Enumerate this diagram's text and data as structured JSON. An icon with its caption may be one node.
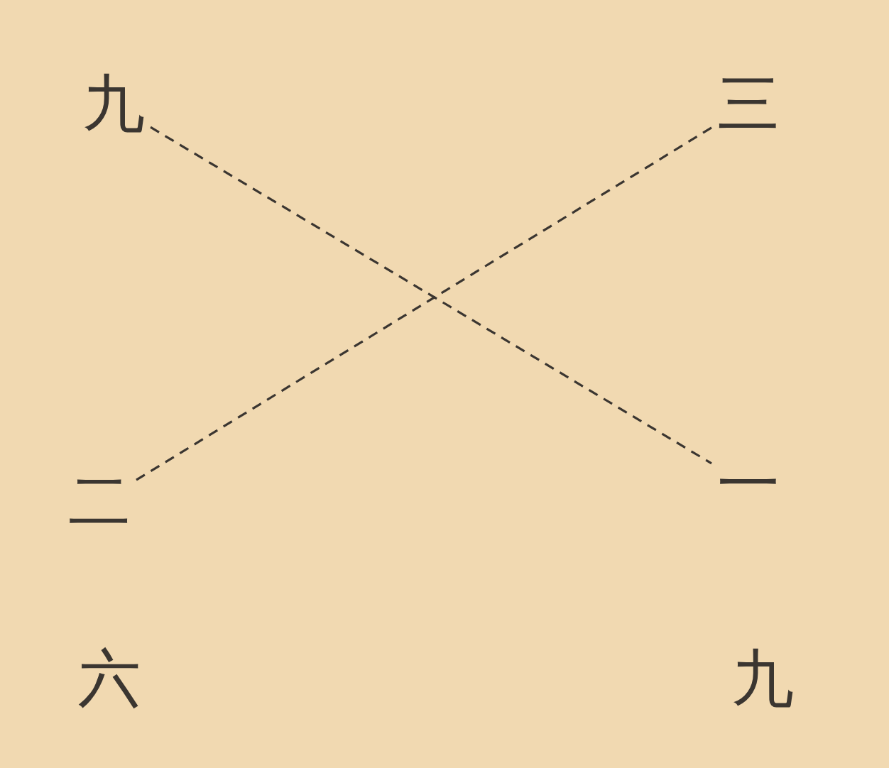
{
  "diagram": {
    "nodes": [
      {
        "text": [
          "九"
        ]
      },
      {
        "text": [
          "三"
        ]
      },
      {
        "text": [
          "二"
        ]
      },
      {
        "text": [
          "一"
        ]
      }
    ],
    "edges": [
      {
        "from": 0,
        "to": 3,
        "arrow": "none",
        "style": "dashed"
      },
      {
        "from": 1,
        "to": 2,
        "arrow": "none",
        "style": "dashed"
      }
    ],
    "labels": [
      "六",
      "九"
    ]
  }
}
